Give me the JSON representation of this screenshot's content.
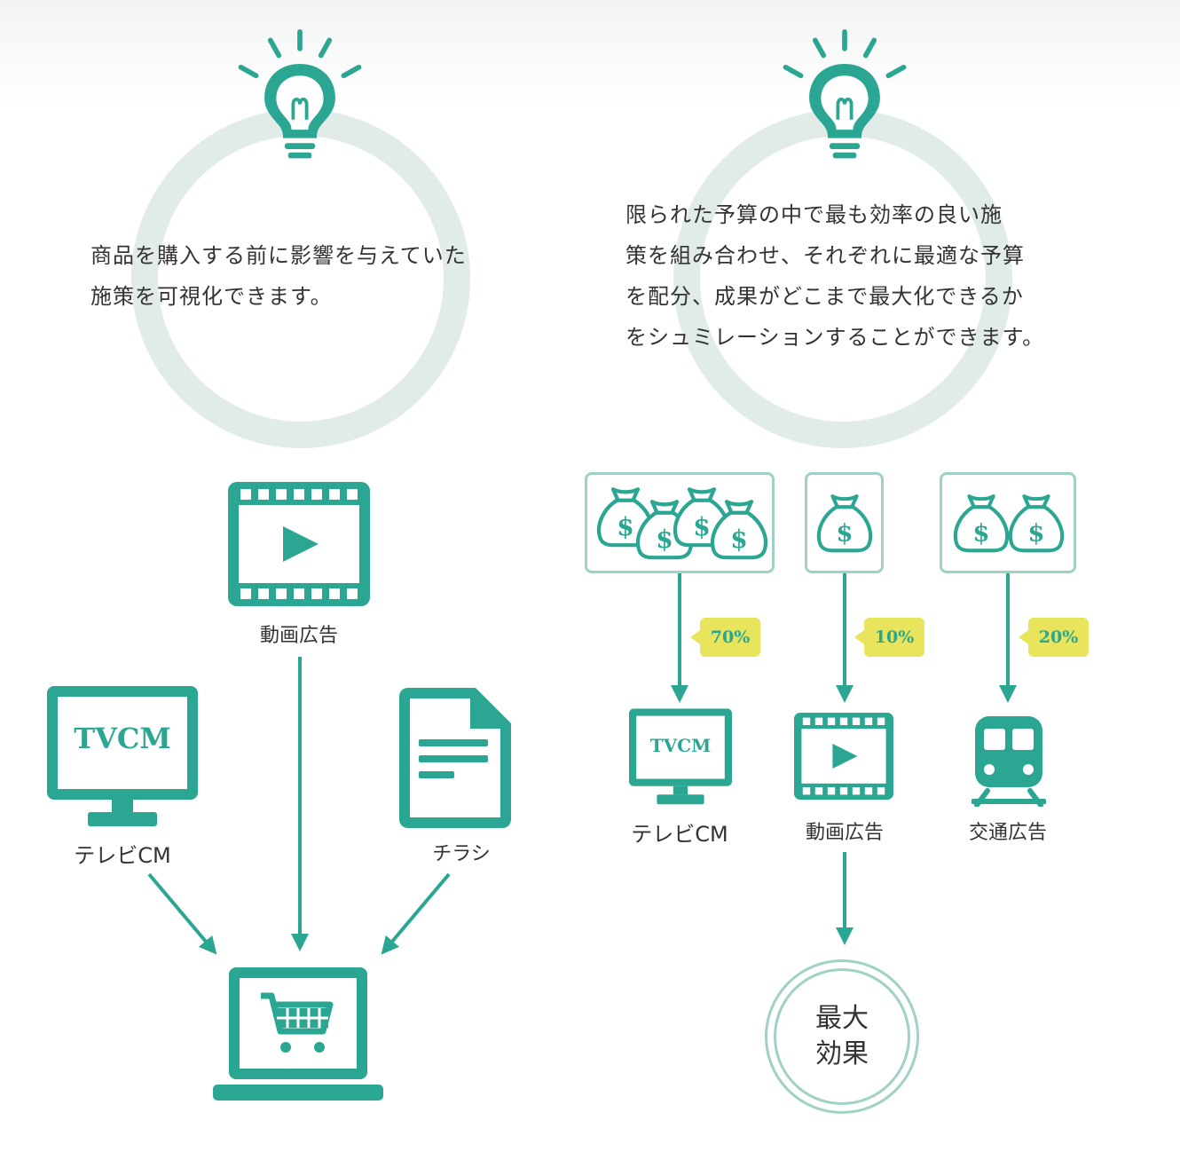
{
  "colors": {
    "teal": "#2aa692",
    "ring": "#e1ebe8",
    "box_border": "#9fd1c6",
    "badge": "#e8e55c"
  },
  "left": {
    "description": [
      "商品を購入する前に影響を与えていた",
      "施策を可視化できます。"
    ],
    "video_label": "動画広告",
    "tv_label": "テレビCM",
    "tv_screen_text": "TVCM",
    "flyer_label": "チラシ",
    "icons": [
      "lightbulb-icon",
      "film-play-icon",
      "tv-icon",
      "document-icon",
      "laptop-cart-icon"
    ]
  },
  "right": {
    "description": [
      "限られた予算の中で最も効率の良い施",
      "策を組み合わせ、それぞれに最適な予算",
      "を配分、成果がどこまで最大化できるか",
      "をシュミレーションすることができます。"
    ],
    "allocations": [
      {
        "percent": "70%",
        "label": "テレビCM",
        "bags": 4
      },
      {
        "percent": "10%",
        "label": "動画広告",
        "bags": 1
      },
      {
        "percent": "20%",
        "label": "交通広告",
        "bags": 2
      }
    ],
    "tv_screen_text": "TVCM",
    "bag_symbol": "$",
    "result": [
      "最大",
      "効果"
    ],
    "icons": [
      "lightbulb-icon",
      "money-bag-icon",
      "tv-icon",
      "film-play-icon",
      "train-icon"
    ]
  }
}
